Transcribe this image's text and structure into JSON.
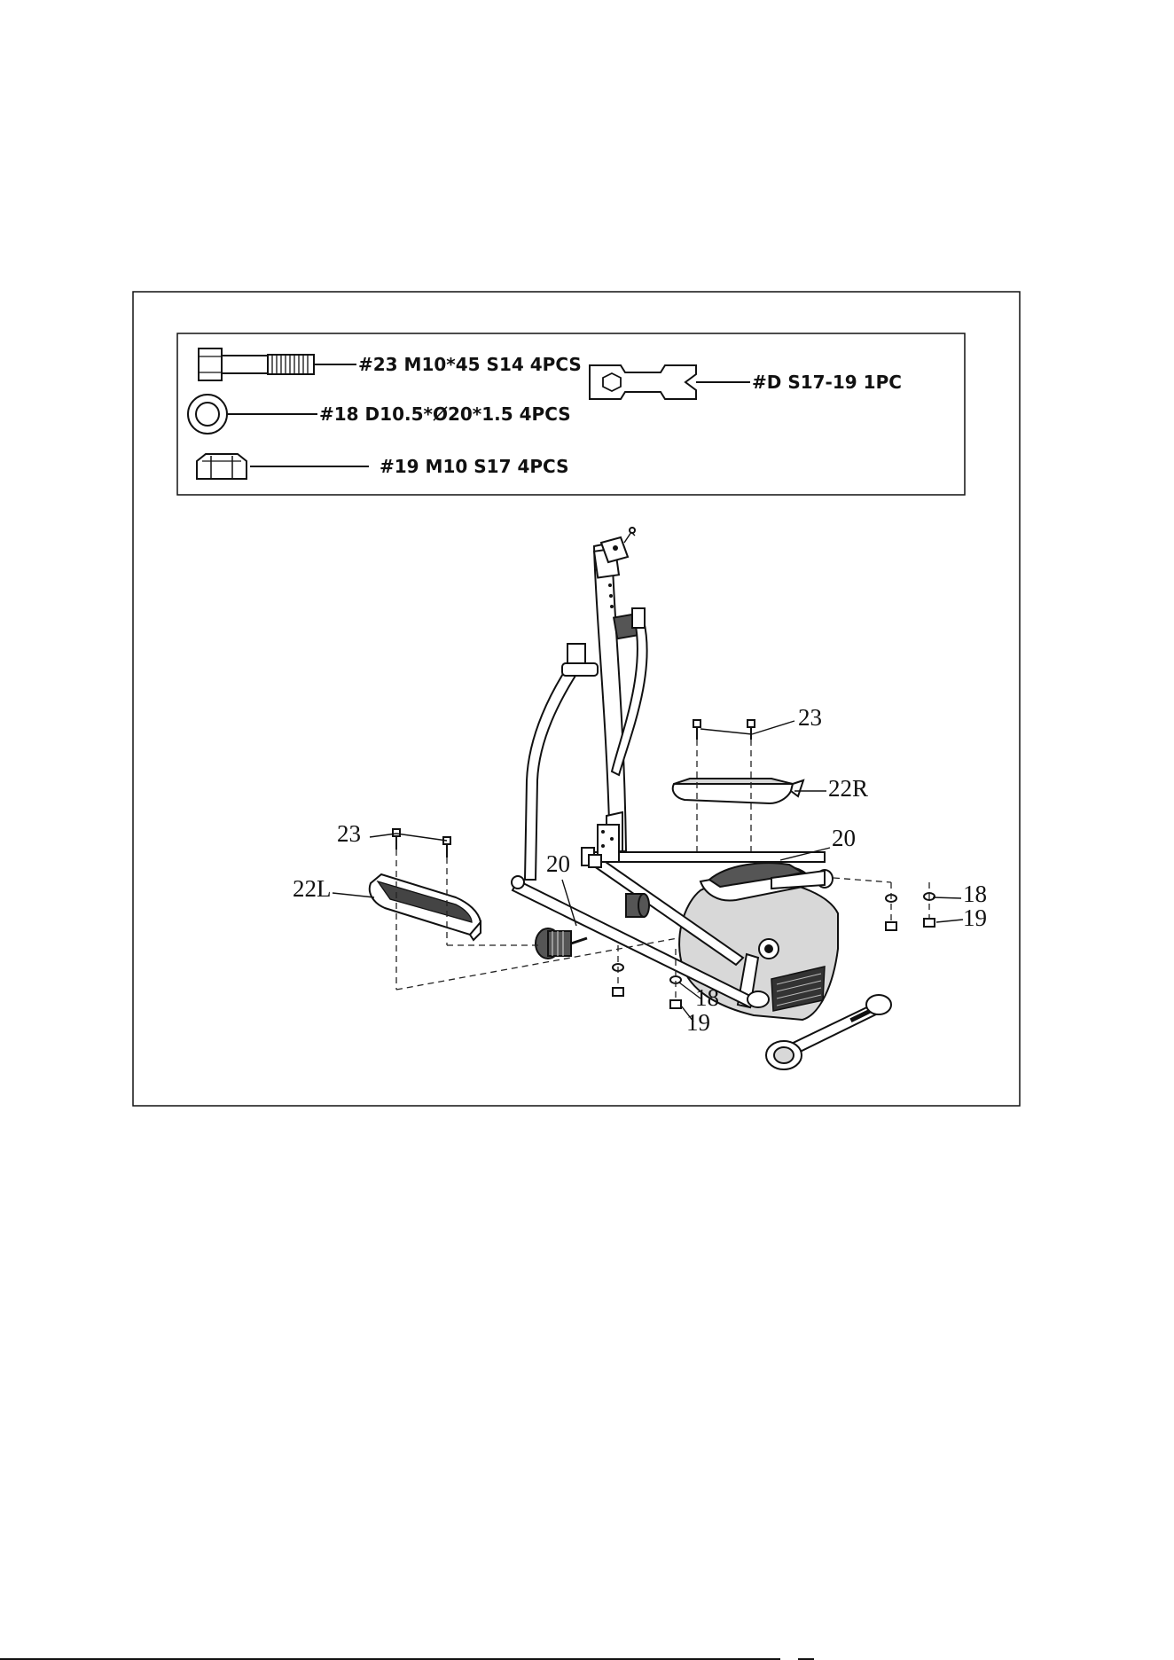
{
  "hardware": {
    "bolt": "#23 M10*45  S14 4PCS",
    "washer": "#18 D10.5*Ø20*1.5 4PCS",
    "nut": "#19 M10  S17 4PCS",
    "wrench": "#D S17-19 1PC"
  },
  "callouts": {
    "bolt_right": "23",
    "pedal_right": "22R",
    "arm_right": "20",
    "washer_right": "18",
    "nut_right": "19",
    "bolt_left": "23",
    "pedal_left": "22L",
    "arm_left": "20",
    "washer_left": "18",
    "nut_left": "19"
  }
}
